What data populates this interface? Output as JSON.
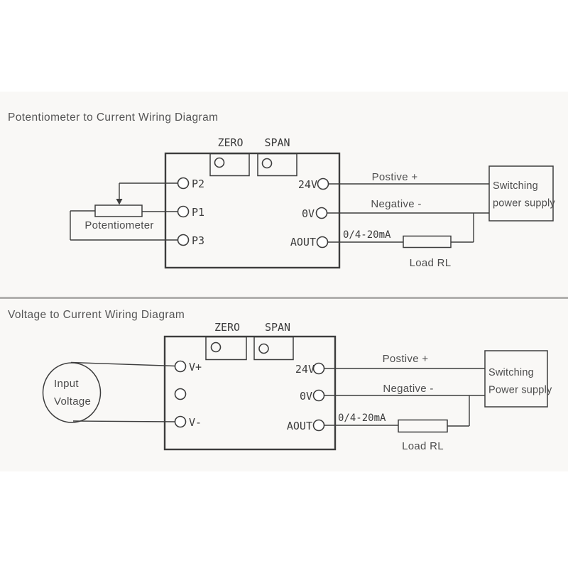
{
  "colors": {
    "background": "#ffffff",
    "scan_band": "#f9f8f6",
    "divider": "#b1b0ae",
    "line": "#3d3d3d",
    "text": "#4d4d4d"
  },
  "top_diagram": {
    "title": "Potentiometer to Current Wiring Diagram",
    "module": {
      "trimmer_labels": [
        "ZERO",
        "SPAN"
      ],
      "left_terminals": [
        "P2",
        "P1",
        "P3"
      ],
      "right_terminals": [
        "24V",
        "0V",
        "AOUT"
      ]
    },
    "potentiometer_label": "Potentiometer",
    "positive_wire_label": "Postive +",
    "negative_wire_label": "Negative -",
    "output_wire_label": "0/4-20mA",
    "load_label": "Load RL",
    "power_supply_lines": [
      "Switching",
      "power supply"
    ]
  },
  "bottom_diagram": {
    "title": "Voltage to Current Wiring Diagram",
    "module": {
      "trimmer_labels": [
        "ZERO",
        "SPAN"
      ],
      "left_terminals": [
        "V+",
        "V-"
      ],
      "right_terminals": [
        "24V",
        "0V",
        "AOUT"
      ]
    },
    "source_lines": [
      "Input",
      "Voltage"
    ],
    "positive_wire_label": "Postive +",
    "negative_wire_label": "Negative -",
    "output_wire_label": "0/4-20mA",
    "load_label": "Load RL",
    "power_supply_lines": [
      "Switching",
      "Power supply"
    ]
  }
}
